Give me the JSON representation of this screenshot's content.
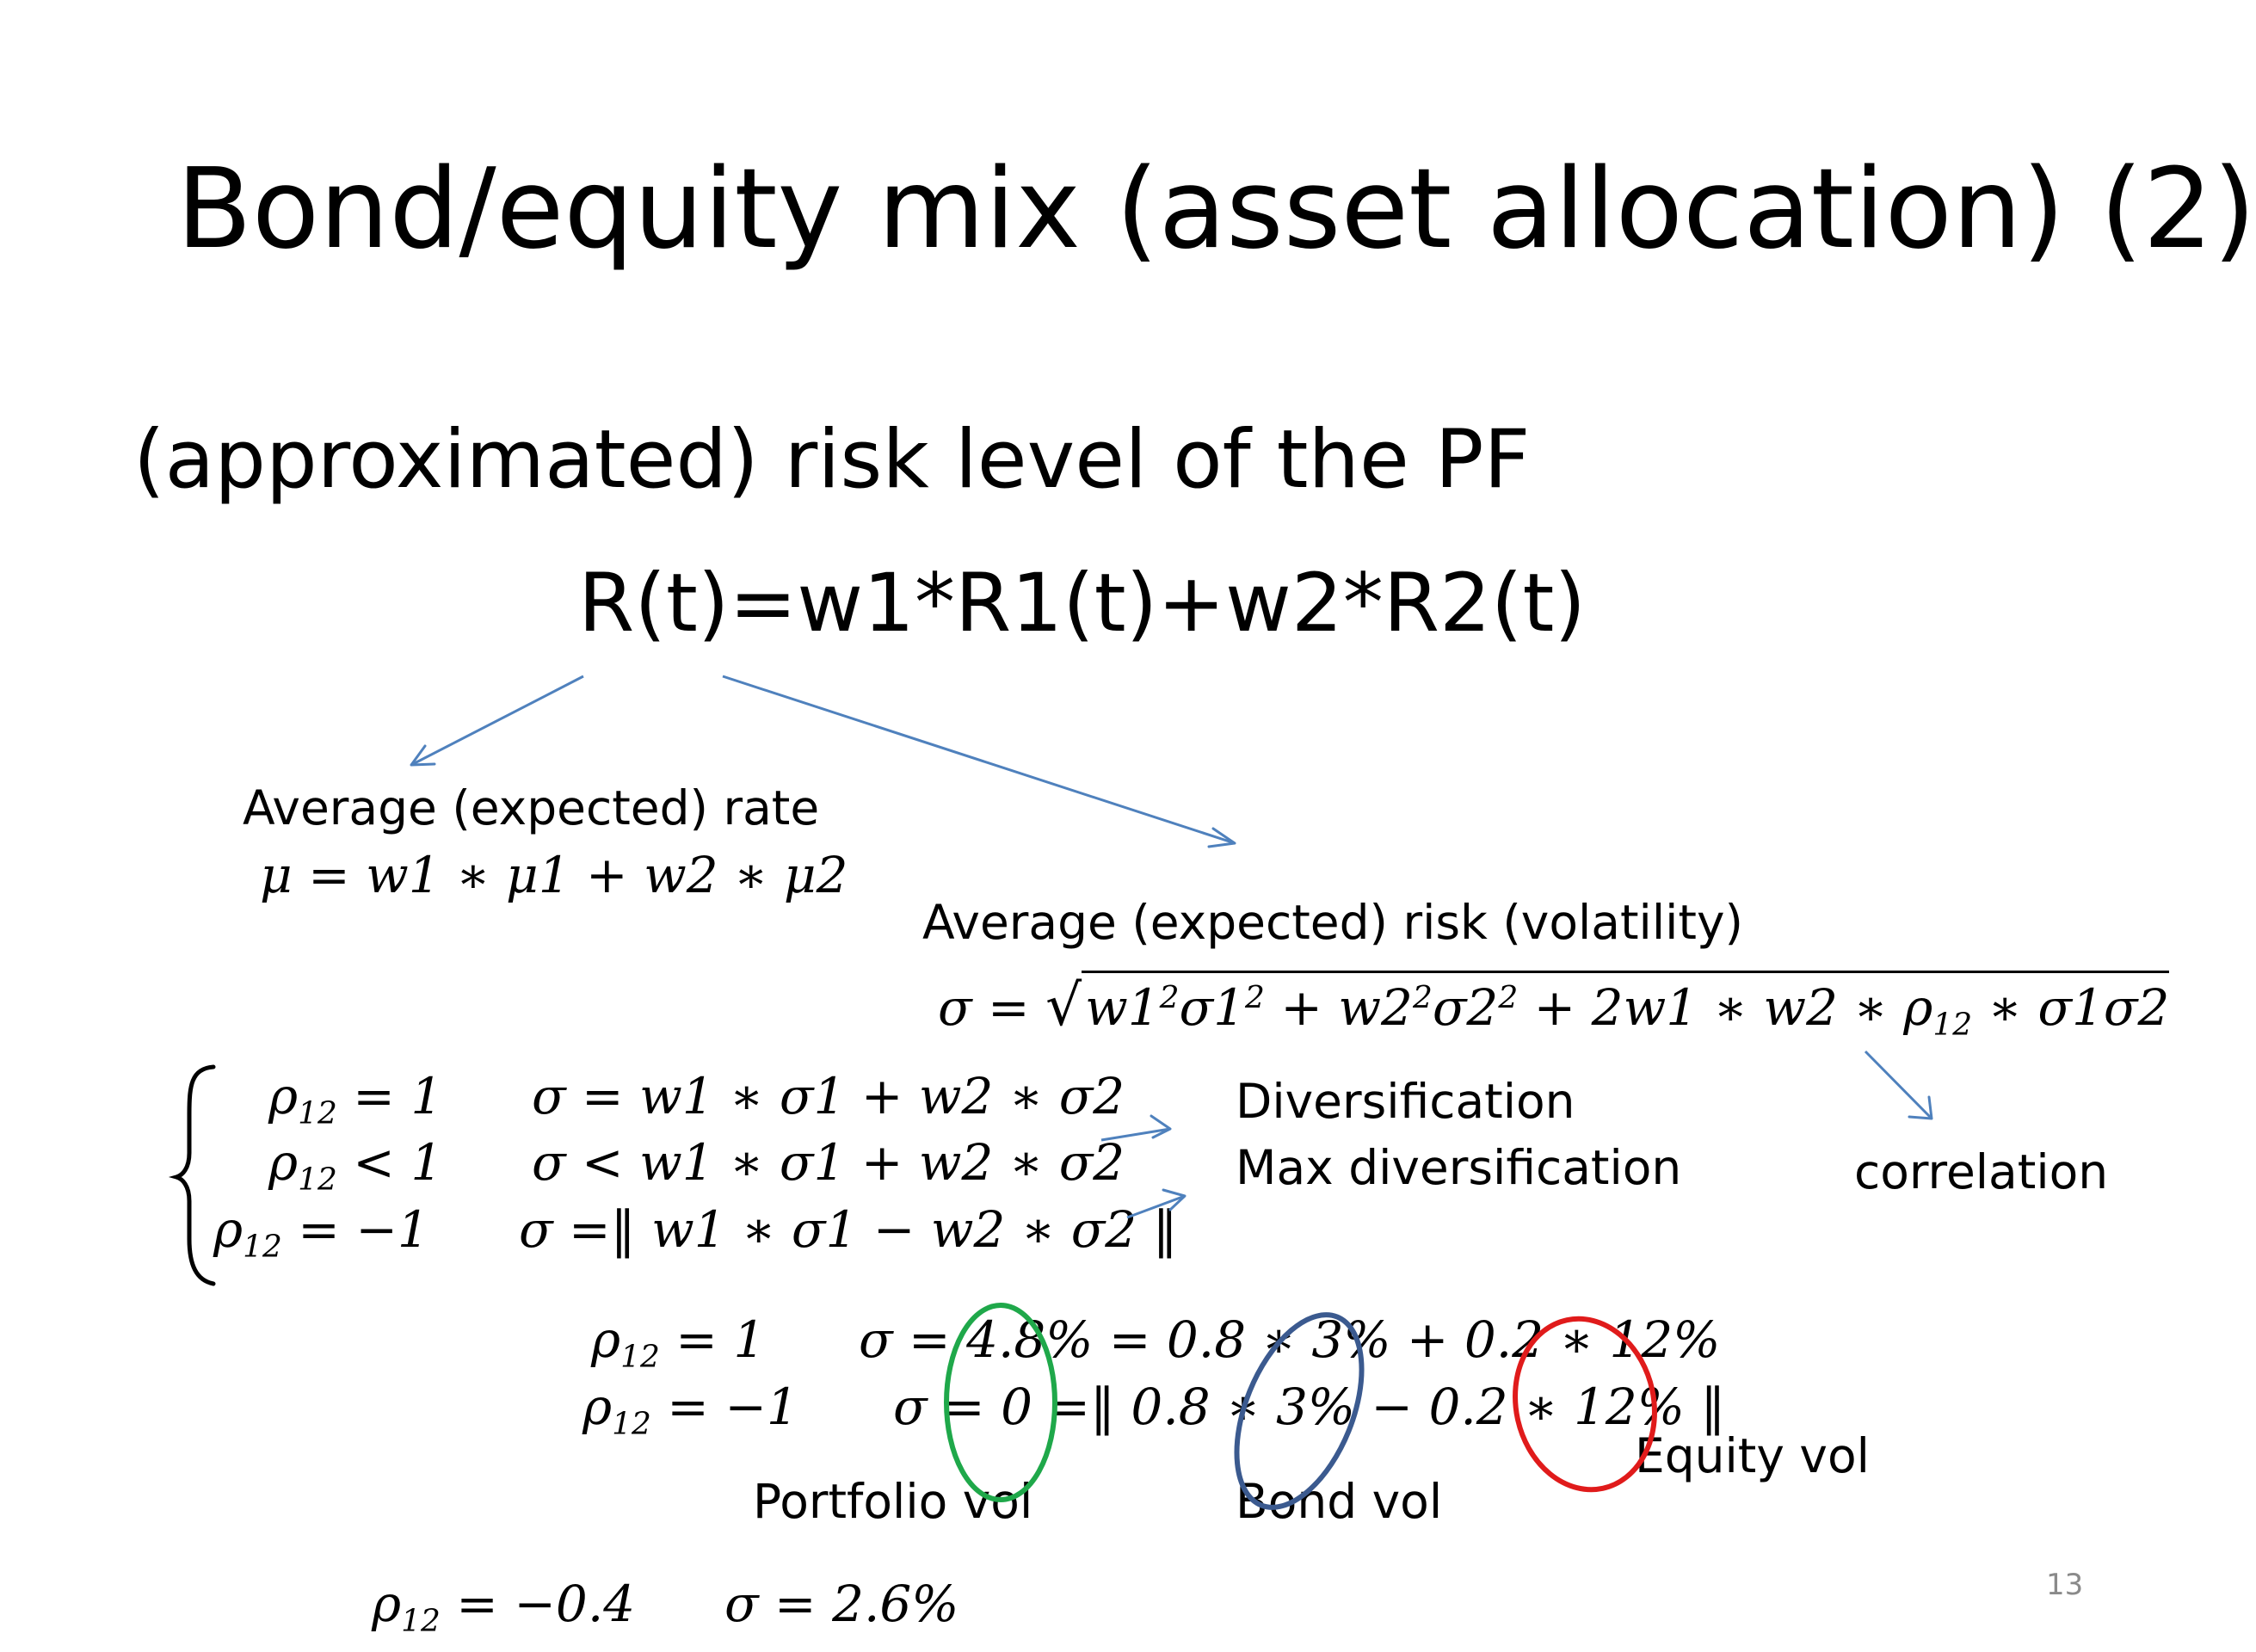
{
  "slide": {
    "title": "Bond/equity mix (asset allocation) (2)",
    "subtitle": "(approximated) risk level of the PF",
    "main_equation": "R(t)=w1*R1(t)+w2*R2(t)",
    "page_number": "13"
  },
  "labels": {
    "avg_rate": "Average (expected) rate",
    "avg_risk": "Average (expected) risk (volatility)",
    "diversification": "Diversification",
    "max_diversification": "Max diversification",
    "correlation": "correlation",
    "equity_vol": "Equity vol",
    "portfolio_vol": "Portfolio vol",
    "bond_vol": "Bond vol"
  },
  "formulas": {
    "mu": "μ = w1 ∗ μ1 + w2 ∗ μ2",
    "sigma_prefix": "σ = ",
    "sigma_radical": "√",
    "cases": [
      {
        "rho_sub": "12",
        "rho_rest": " = 1",
        "sigma": "σ = w1 ∗ σ1 + w2 ∗ σ2"
      },
      {
        "rho_sub": "12",
        "rho_rest": " < 1",
        "sigma": "σ < w1 ∗ σ1 + w2 ∗ σ2"
      },
      {
        "rho_sub": "12",
        "rho_rest": " = −1",
        "sigma": "σ =‖ w1 ∗ σ1 − w2 ∗ σ2 ‖"
      }
    ],
    "examples": [
      {
        "rho_sub": "12",
        "rho_rest": " = 1",
        "sigma": "σ = 4.8% = 0.8 ∗ 3% + 0.2 ∗ 12%"
      },
      {
        "rho_sub": "12",
        "rho_rest": " = −1",
        "sigma": "σ = 0 =‖ 0.8 ∗ 3% − 0.2 ∗ 12% ‖"
      }
    ],
    "last": {
      "rho_sub": "12",
      "rho_rest": " = −0.4",
      "sigma": "σ = 2.6%"
    }
  },
  "colors": {
    "arrow": "#4f81bd",
    "portfolio_circle": "#1fa84a",
    "bond_circle": "#3b5a8f",
    "equity_circle": "#e01b1b"
  }
}
